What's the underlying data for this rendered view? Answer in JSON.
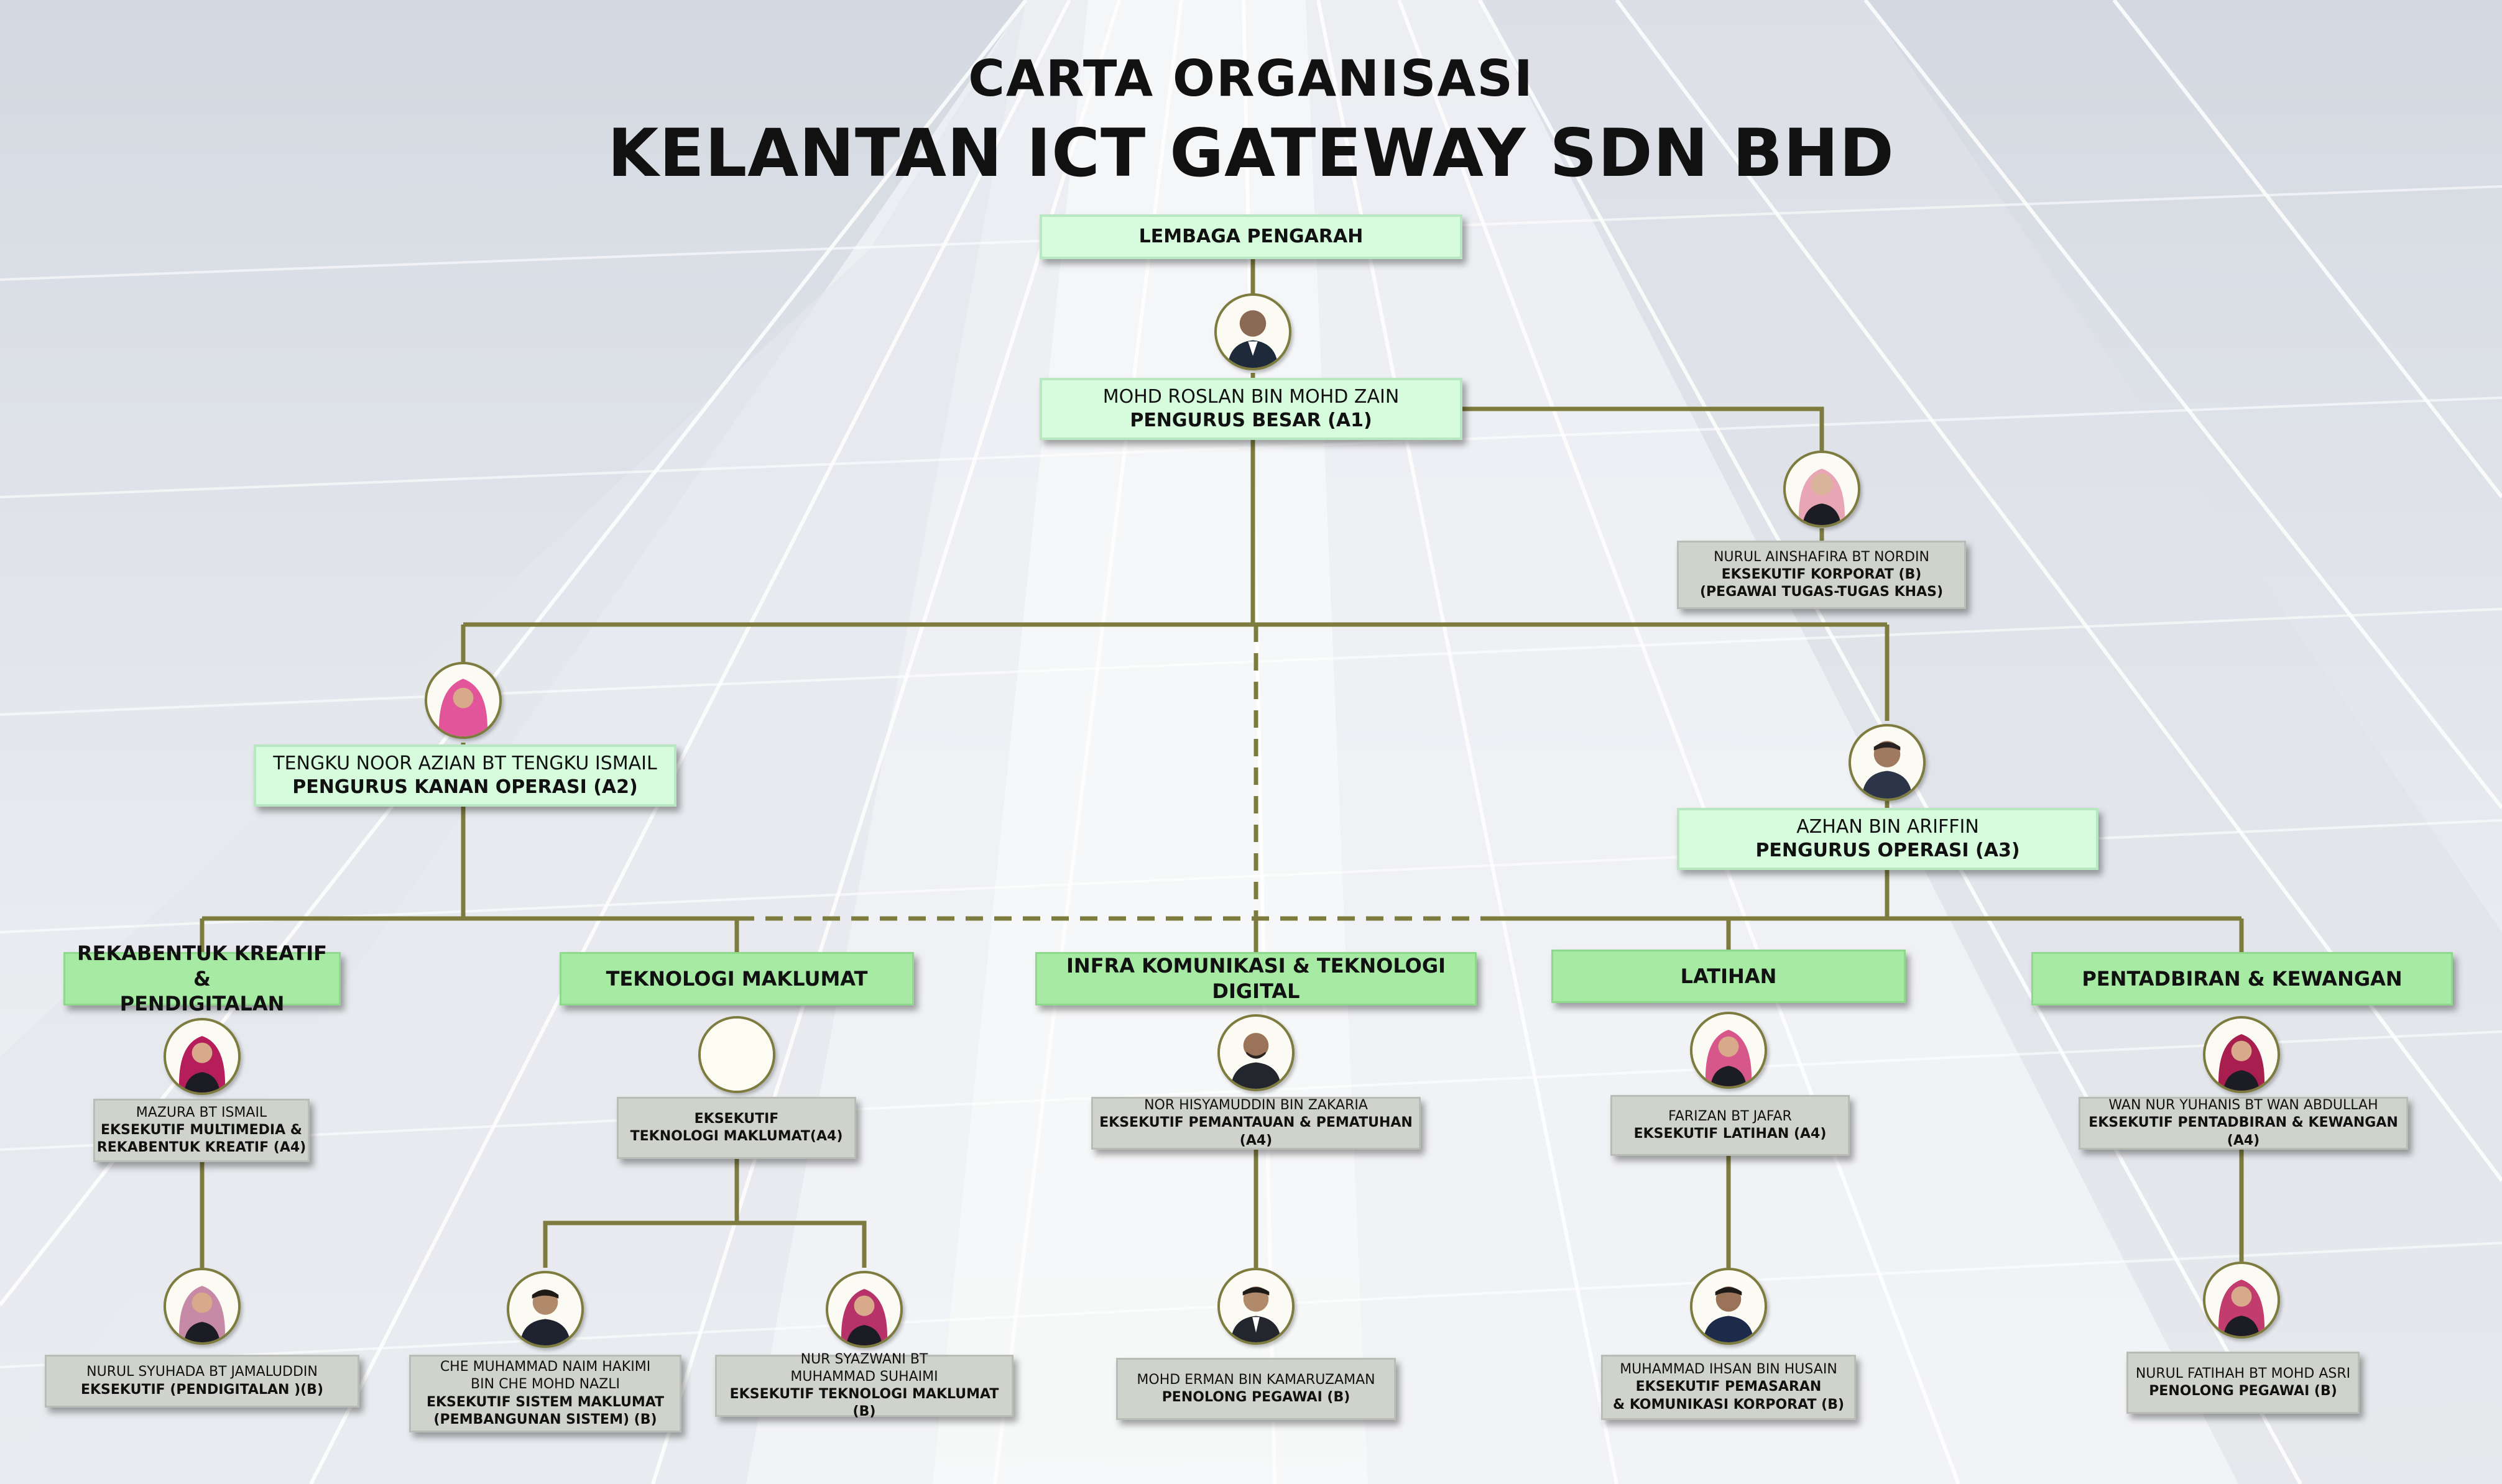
{
  "header": {
    "title": "CARTA ORGANISASI",
    "company": "KELANTAN ICT GATEWAY SDN BHD"
  },
  "colors": {
    "line": "#7d7b3e",
    "label_box": "#d7fcdd",
    "department_box": "#a6eaa4",
    "staff_box": "#cfd3cc"
  },
  "board": {
    "label": "LEMBAGA PENGARAH"
  },
  "gm": {
    "name": "MOHD ROSLAN BIN MOHD ZAIN",
    "role": "PENGURUS BESAR (A1)"
  },
  "special_officer": {
    "name": "NURUL AINSHAFIRA BT NORDIN",
    "role_line1": "EKSEKUTIF KORPORAT (B)",
    "role_line2": "(PEGAWAI TUGAS-TUGAS KHAS)"
  },
  "senior_ops": {
    "name": "TENGKU NOOR AZIAN BT TENGKU ISMAIL",
    "role": "PENGURUS KANAN OPERASI (A2)"
  },
  "ops_manager": {
    "name": "AZHAN BIN ARIFFIN",
    "role": "PENGURUS OPERASI (A3)"
  },
  "departments": [
    {
      "label_line1": "REKABENTUK KREATIF &",
      "label_line2": "PENDIGITALAN"
    },
    {
      "label_line1": "TEKNOLOGI MAKLUMAT",
      "label_line2": ""
    },
    {
      "label_line1": "INFRA KOMUNIKASI & TEKNOLOGI DIGITAL",
      "label_line2": ""
    },
    {
      "label_line1": "LATIHAN",
      "label_line2": ""
    },
    {
      "label_line1": "PENTADBIRAN & KEWANGAN",
      "label_line2": ""
    }
  ],
  "staff": {
    "mazura": {
      "name": "MAZURA BT ISMAIL",
      "role_line1": "EKSEKUTIF MULTIMEDIA &",
      "role_line2": "REKABENTUK KREATIF (A4)"
    },
    "syuhada": {
      "name": "NURUL SYUHADA BT JAMALUDDIN",
      "role_line1": "EKSEKUTIF (PENDIGITALAN )(B)"
    },
    "it_exec": {
      "role_line1": "EKSEKUTIF",
      "role_line2": "TEKNOLOGI MAKLUMAT(A4)"
    },
    "naim": {
      "name_line1": "CHE MUHAMMAD NAIM HAKIMI",
      "name_line2": "BIN CHE MOHD NAZLI",
      "role_line1": "EKSEKUTIF SISTEM MAKLUMAT",
      "role_line2": "(PEMBANGUNAN SISTEM) (B)"
    },
    "syazwani": {
      "name_line1": "NUR SYAZWANI BT",
      "name_line2": "MUHAMMAD SUHAIMI",
      "role_line1": "EKSEKUTIF TEKNOLOGI MAKLUMAT (B)"
    },
    "hisyam": {
      "name": "NOR HISYAMUDDIN BIN ZAKARIA",
      "role_line1": "EKSEKUTIF PEMANTAUAN & PEMATUHAN (A4)"
    },
    "erman": {
      "name": "MOHD ERMAN BIN KAMARUZAMAN",
      "role_line1": "PENOLONG PEGAWAI (B)"
    },
    "farizan": {
      "name": "FARIZAN BT JAFAR",
      "role_line1": "EKSEKUTIF LATIHAN (A4)"
    },
    "ihsan": {
      "name": "MUHAMMAD IHSAN BIN HUSAIN",
      "role_line1": "EKSEKUTIF PEMASARAN",
      "role_line2": "& KOMUNIKASI KORPORAT (B)"
    },
    "yuhanis": {
      "name": "WAN NUR YUHANIS BT WAN ABDULLAH",
      "role_line1": "EKSEKUTIF PENTADBIRAN & KEWANGAN (A4)"
    },
    "fatihah": {
      "name": "NURUL FATIHAH BT MOHD ASRI",
      "role_line1": "PENOLONG PEGAWAI (B)"
    }
  }
}
